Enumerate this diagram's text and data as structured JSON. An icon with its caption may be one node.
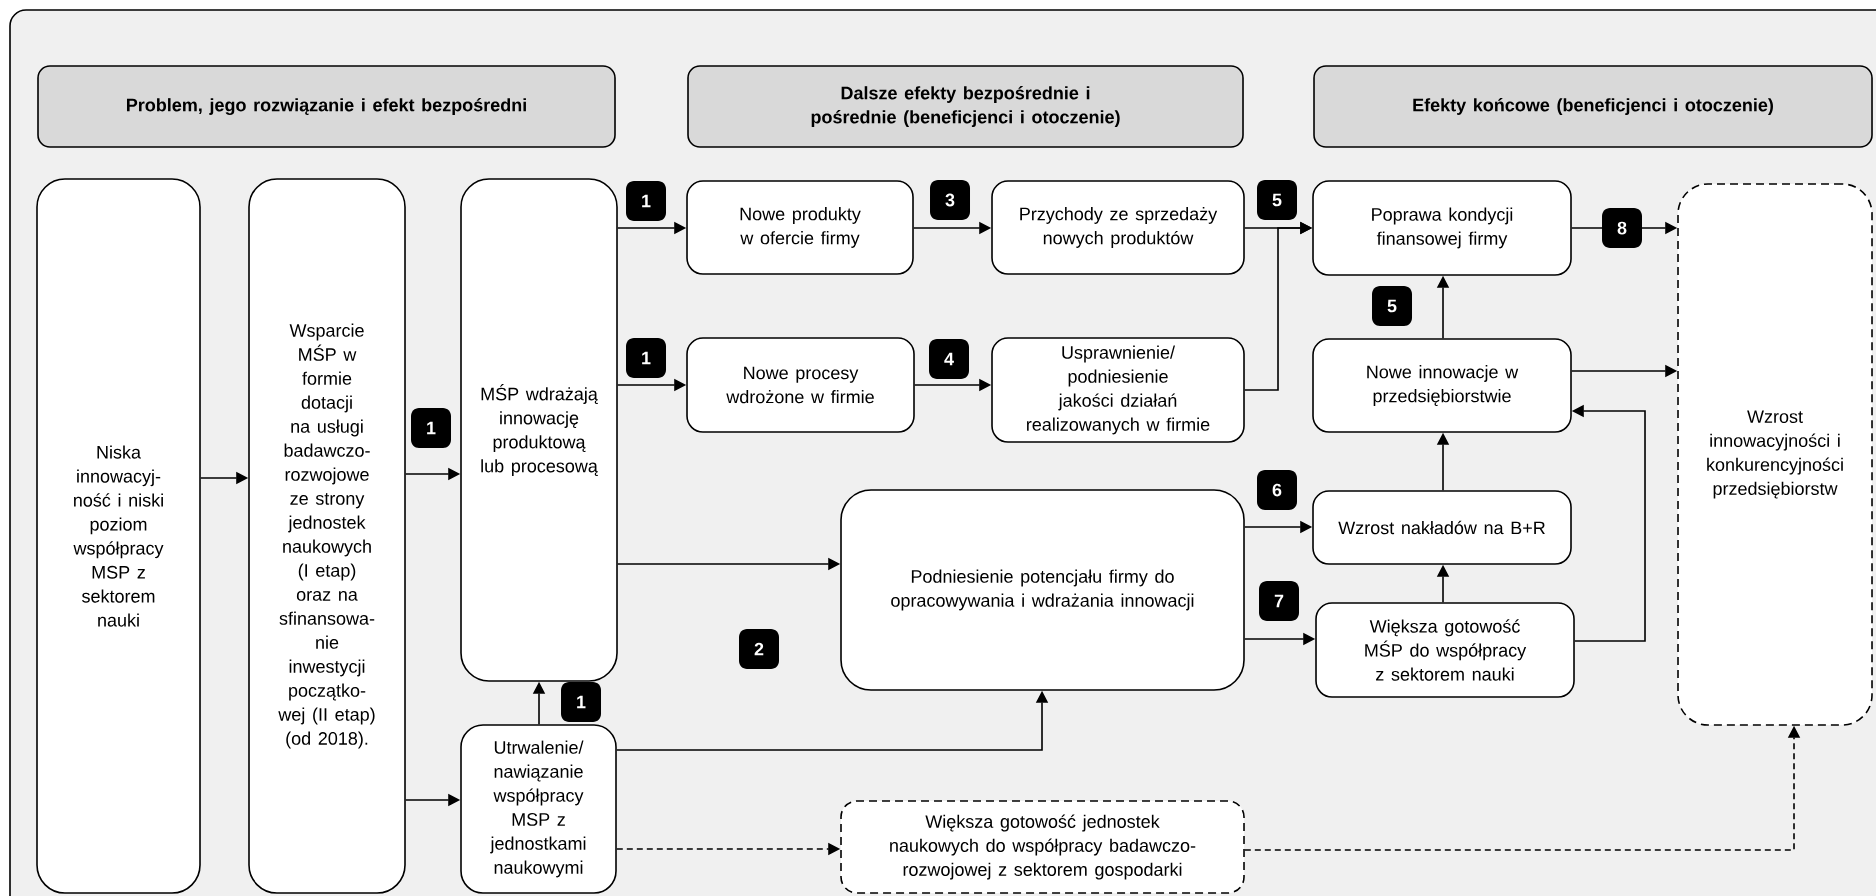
{
  "diagram": {
    "nodes": [
      {
        "text": [
          "Problem, jego rozwiązanie i efekt bezpośredni"
        ]
      },
      {
        "text": [
          "Dalsze efekty bezpośrednie i pośrednie (beneficjenci i otoczenie)"
        ]
      },
      {
        "text": [
          "Efekty końcowe (beneficjenci i otoczenie)"
        ]
      },
      {
        "text": [
          "Niska innowacyj- ność i niski poziom współpracy MSP z sektorem nauki"
        ]
      },
      {
        "text": [
          "Wsparcie MŚP w formie dotacji na usługi badawczo- rozwojowe ze strony jednostek naukowych (I etap) oraz na sfinansowa- nie inwestycji początko- wej (II etap) (od 2018)."
        ]
      },
      {
        "text": [
          "MŚP wdrażają innowację produktową lub procesową"
        ]
      },
      {
        "text": [
          "Nowe produkty w ofercie firmy"
        ]
      },
      {
        "text": [
          "Przychody ze sprzedaży nowych produktów"
        ]
      },
      {
        "text": [
          "Poprawa kondycji finansowej firmy"
        ]
      },
      {
        "text": [
          "Wzrost innowacyjności i konkurencyjności przedsiębiorstw"
        ]
      },
      {
        "text": [
          "Nowe procesy wdrożone w firmie"
        ]
      },
      {
        "text": [
          "Usprawnienie/ podniesienie jakości działań realizowanych w firmie"
        ]
      },
      {
        "text": [
          "Nowe innowacje w przedsiębiorstwie"
        ]
      },
      {
        "text": [
          "Podniesienie potencjału firmy do opracowywania i wdrażania innowacji"
        ]
      },
      {
        "text": [
          "Wzrost nakładów na B+R"
        ]
      },
      {
        "text": [
          "Większa gotowość MŚP do współpracy z sektorem nauki"
        ]
      },
      {
        "text": [
          "Utrwalenie/ nawiązanie współpracy MSP z jednostkami naukowymi"
        ]
      },
      {
        "text": [
          "Większa gotowość jednostek naukowych do współpracy badawczo- rozwojowej z sektorem gospodarki"
        ]
      }
    ],
    "edges": [
      {
        "from": 3,
        "to": 4,
        "arrow": "to"
      },
      {
        "from": 4,
        "to": 5,
        "arrow": "to"
      },
      {
        "from": 4,
        "to": 16,
        "arrow": "to"
      },
      {
        "from": 16,
        "to": 5,
        "arrow": "to"
      },
      {
        "from": 5,
        "to": 6,
        "arrow": "to"
      },
      {
        "from": 5,
        "to": 10,
        "arrow": "to"
      },
      {
        "from": 5,
        "to": 13,
        "arrow": "to"
      },
      {
        "from": 16,
        "to": 13,
        "arrow": "to"
      },
      {
        "from": 16,
        "to": 17,
        "arrow": "to",
        "style": "dashed"
      },
      {
        "from": 6,
        "to": 7,
        "arrow": "to"
      },
      {
        "from": 10,
        "to": 11,
        "arrow": "to"
      },
      {
        "from": 7,
        "to": 8,
        "arrow": "to"
      },
      {
        "from": 11,
        "to": 8,
        "arrow": "to"
      },
      {
        "from": 12,
        "to": 8,
        "arrow": "to"
      },
      {
        "from": 14,
        "to": 12,
        "arrow": "to"
      },
      {
        "from": 15,
        "to": 14,
        "arrow": "to"
      },
      {
        "from": 15,
        "to": 12,
        "arrow": "to"
      },
      {
        "from": 13,
        "to": 14,
        "arrow": "to"
      },
      {
        "from": 13,
        "to": 15,
        "arrow": "to"
      },
      {
        "from": 8,
        "to": 9,
        "arrow": "to"
      },
      {
        "from": 12,
        "to": 9,
        "arrow": "to"
      },
      {
        "from": 17,
        "to": 9,
        "arrow": "to",
        "style": "dashed"
      }
    ],
    "labels": [
      "1",
      "3",
      "5",
      "8",
      "5",
      "1",
      "4",
      "1",
      "6",
      "7",
      "2",
      "1"
    ]
  }
}
